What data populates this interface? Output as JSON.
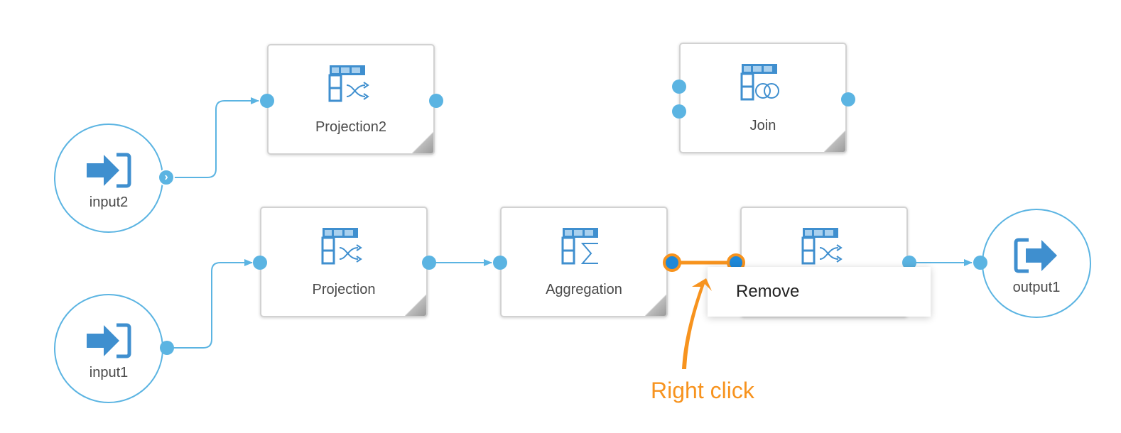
{
  "canvas": {
    "nodes": [
      {
        "id": "projection2",
        "label": "Projection2",
        "icon": "projection-icon"
      },
      {
        "id": "join",
        "label": "Join",
        "icon": "join-icon"
      },
      {
        "id": "projection",
        "label": "Projection",
        "icon": "projection-icon"
      },
      {
        "id": "aggregation",
        "label": "Aggregation",
        "icon": "aggregation-icon"
      },
      {
        "id": "projection3",
        "label": "",
        "icon": "projection-icon"
      }
    ],
    "inputs": [
      {
        "id": "input2",
        "label": "input2",
        "icon": "input-arrow-icon"
      },
      {
        "id": "input1",
        "label": "input1",
        "icon": "input-arrow-icon"
      }
    ],
    "outputs": [
      {
        "id": "output1",
        "label": "output1",
        "icon": "output-arrow-icon"
      }
    ],
    "links": [
      {
        "from": "input2",
        "to": "projection2"
      },
      {
        "from": "input1",
        "to": "projection"
      },
      {
        "from": "projection",
        "to": "aggregation"
      },
      {
        "from": "aggregation",
        "to": "projection3",
        "state": "selected"
      },
      {
        "from": "projection3",
        "to": "output1"
      }
    ]
  },
  "context_menu": {
    "items": [
      {
        "label": "Remove"
      }
    ]
  },
  "annotation": {
    "text": "Right click",
    "color": "#f7931e"
  },
  "colors": {
    "accent": "#5bb4e2",
    "icon": "#3f8fcf",
    "selected_port": "#1e88d8",
    "highlight": "#f7931e",
    "node_border": "#d2d2d2"
  }
}
